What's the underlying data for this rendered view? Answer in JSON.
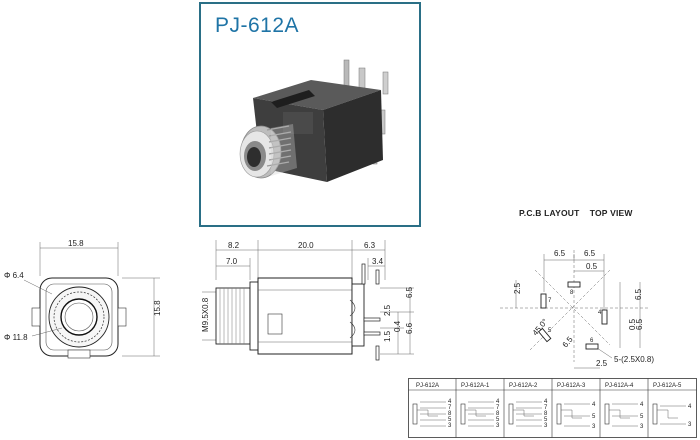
{
  "product": {
    "model": "PJ-612A"
  },
  "pcb_layout": {
    "heading": "P.C.B LAYOUT    TOP VIEW",
    "dims": {
      "top_left": "6.5",
      "top_right": "6.5",
      "offset": "0.5",
      "left_v": "2.5",
      "right_v1": "6.5",
      "right_v2": "0.5",
      "right_v3": "6.5",
      "angle": "45.0°",
      "diag": "6.5",
      "bottom": "2.5",
      "holes": "5-(2.5X0.8)"
    },
    "pin_labels": [
      "7",
      "8",
      "4",
      "5",
      "6"
    ]
  },
  "front_view": {
    "width": "15.8",
    "height": "15.8",
    "outer_dia": "Φ 6.4",
    "inner_dia": "Φ 11.8"
  },
  "side_view": {
    "dim_a": "8.2",
    "dim_b": "20.0",
    "dim_c": "6.3",
    "dim_d": "7.0",
    "dim_e": "3.4",
    "thread": "M9.5X0.8",
    "v1": "6.5",
    "v2": "2.5",
    "v3": "0.4",
    "v4": "1.5",
    "v5": "6.6"
  },
  "variants_table": {
    "headers": [
      "PJ-612A",
      "PJ-612A-1",
      "PJ-612A-2",
      "PJ-612A-3",
      "PJ-612A-4",
      "PJ-612A-5"
    ],
    "pins": [
      [
        "4",
        "7",
        "8",
        "5",
        "3"
      ],
      [
        "4",
        "7",
        "8",
        "5",
        "3"
      ],
      [
        "4",
        "7",
        "8",
        "5",
        "3"
      ],
      [
        "4",
        "5",
        "3"
      ],
      [
        "4",
        "5",
        "3"
      ],
      [
        "4",
        "3"
      ]
    ]
  }
}
